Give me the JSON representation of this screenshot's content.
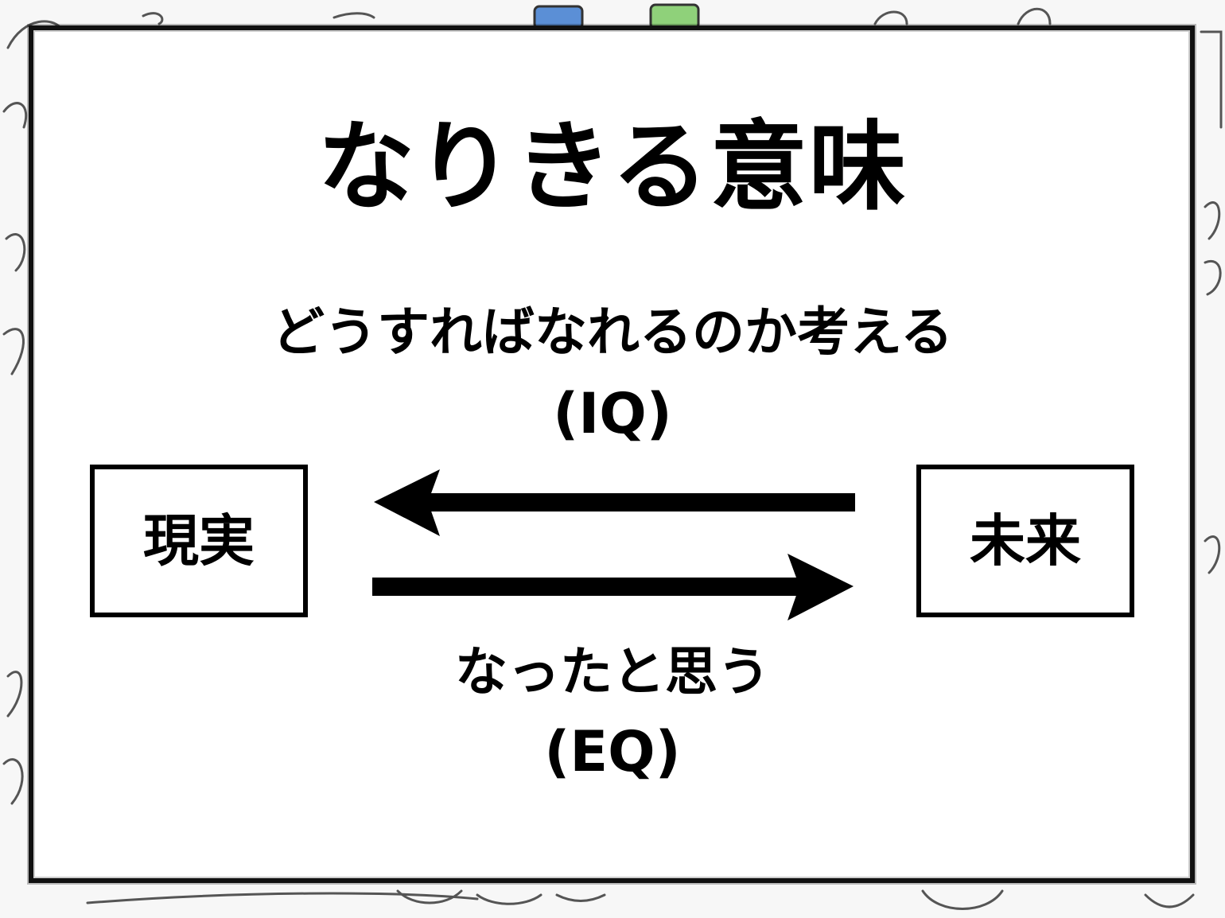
{
  "title": "なりきる意味",
  "upper_caption": {
    "text": "どうすればなれるのか考える",
    "tag": "(IQ)"
  },
  "lower_caption": {
    "text": "なったと思う",
    "tag": "(EQ)"
  },
  "left_box": {
    "label": "現実"
  },
  "right_box": {
    "label": "未来"
  },
  "arrows": {
    "upper_direction": "right-to-left",
    "lower_direction": "left-to-right"
  },
  "colors": {
    "ink": "#000000",
    "slide_bg": "#ffffff",
    "page_bg": "#f7f7f7"
  }
}
